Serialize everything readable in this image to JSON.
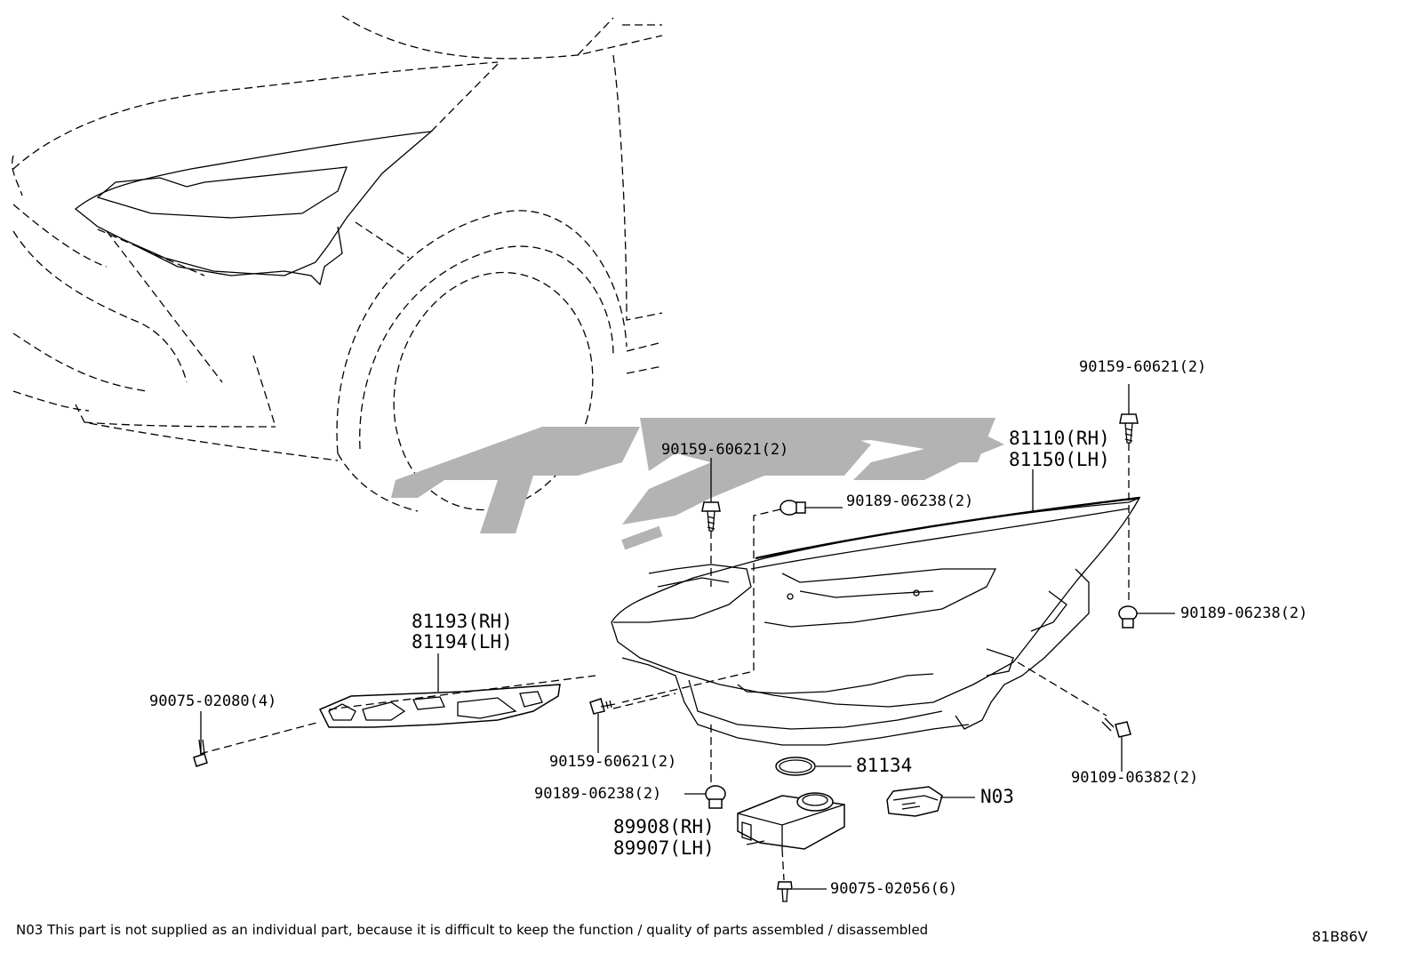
{
  "labels": {
    "p90159_top_right": "90159-60621(2)",
    "p90159_top_mid": "90159-60621(2)",
    "p90189_top": "90189-06238(2)",
    "p81110": "81110(RH)",
    "p81150": "81150(LH)",
    "p90189_right": "90189-06238(2)",
    "p81193": "81193(RH)",
    "p81194": "81194(LH)",
    "p90075_left": "90075-02080(4)",
    "p90159_bottom": "90159-60621(2)",
    "p81134": "81134",
    "p90109": "90109-06382(2)",
    "p90189_bottom": "90189-06238(2)",
    "pN03": "N03",
    "p89908": "89908(RH)",
    "p89907": "89907(LH)",
    "p90075_bottom": "90075-02056(6)"
  },
  "footnote": "N03 This part is not supplied as an individual part, because it is difficult to keep the function / quality of parts assembled / disassembled",
  "diagram_code": "81B86V",
  "colors": {
    "line": "#000000",
    "watermark": "#b3b3b3",
    "background": "#ffffff"
  }
}
